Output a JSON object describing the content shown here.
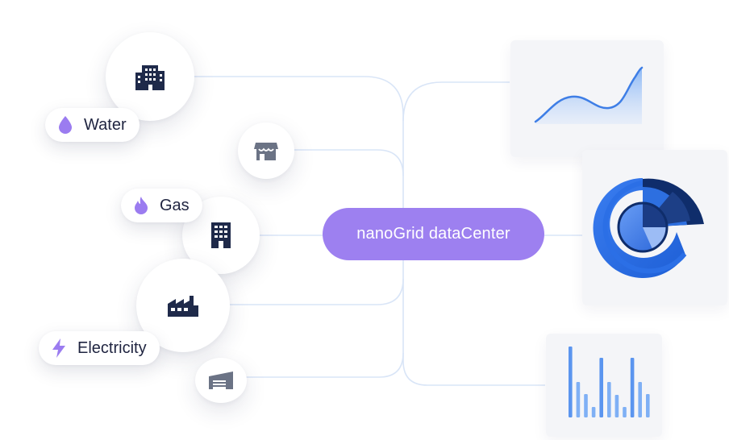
{
  "hub": {
    "label": "nanoGrid dataCenter"
  },
  "utilities": [
    {
      "label": "Water",
      "icon": "water-drop-icon"
    },
    {
      "label": "Gas",
      "icon": "flame-icon"
    },
    {
      "label": "Electricity",
      "icon": "lightning-icon"
    }
  ],
  "sources": [
    {
      "icon": "office-buildings-icon"
    },
    {
      "icon": "store-icon"
    },
    {
      "icon": "tower-building-icon"
    },
    {
      "icon": "factory-icon"
    },
    {
      "icon": "warehouse-icon"
    }
  ],
  "outputs": [
    {
      "type": "area-chart-preview"
    },
    {
      "type": "radial-chart-preview"
    },
    {
      "type": "bar-chart-preview"
    }
  ],
  "colors": {
    "hub": "#9d80f0",
    "accent_purple": "#9b7cf0",
    "connector": "#d9e5f7",
    "icon_dark": "#1f2a4a",
    "icon_gray": "#6b7385",
    "chart_blue": "#3e7ee6",
    "chart_blue_light": "#7fb0f5",
    "card_bg": "#f4f5f8"
  }
}
